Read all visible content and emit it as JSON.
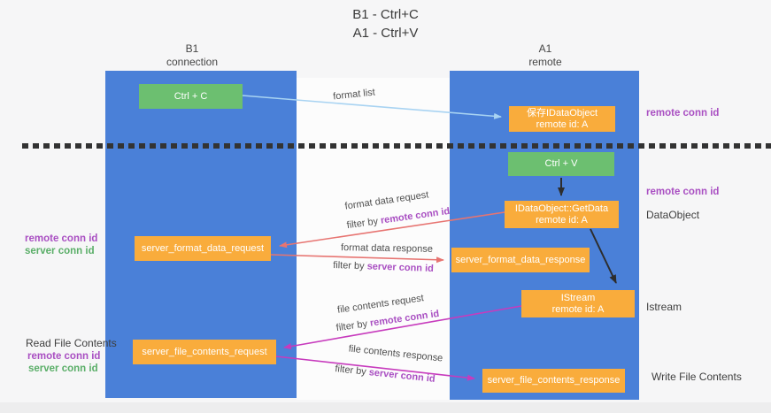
{
  "title": {
    "line1": "B1 - Ctrl+C",
    "line2": "A1 - Ctrl+V"
  },
  "columns": {
    "left": {
      "line1": "B1",
      "line2": "connection"
    },
    "right": {
      "line1": "A1",
      "line2": "remote"
    }
  },
  "nodes": {
    "ctrl_c": {
      "label": "Ctrl + C"
    },
    "ctrl_v": {
      "label": "Ctrl + V"
    },
    "save_idataobject": {
      "line1": "保存IDataObject",
      "line2": "remote id: A"
    },
    "getdata": {
      "line1": "IDataObject::GetData",
      "line2": "remote id: A"
    },
    "istream": {
      "line1": "IStream",
      "line2": "remote id: A"
    },
    "format_request": {
      "label": "server_format_data_request"
    },
    "format_response": {
      "label": "server_format_data_response"
    },
    "file_request": {
      "label": "server_file_contents_request"
    },
    "file_response": {
      "label": "server_file_contents_response"
    }
  },
  "flow_labels": {
    "format_list": "format list",
    "format_data_request": "format data request",
    "format_data_response": "format data response",
    "file_contents_request": "file contents request",
    "file_contents_response": "file contents response",
    "filter_by": "filter by ",
    "remote_conn_id": "remote conn id",
    "server_conn_id": "server conn id"
  },
  "side_labels": {
    "remote_conn_id": "remote conn id",
    "server_conn_id": "server conn id",
    "dataobject": "DataObject",
    "istream": "Istream",
    "read_file_contents": "Read File Contents",
    "write_file_contents": "Write File Contents"
  },
  "colors": {
    "canvas_bg": "#f6f6f7",
    "band_white": "#fcfcfc",
    "footer_strip": "#ededee",
    "lane_blue": "#4a80d8",
    "node_green": "#6cbf70",
    "node_orange": "#f9ac3c",
    "accent_purple": "#a94fc2",
    "accent_green": "#5aae68",
    "arrow_red": "#e77471",
    "arrow_magenta": "#c73bbd",
    "arrow_blue": "#a8d3f2",
    "arrow_black": "#2d2d2d",
    "divider_dark": "#333333",
    "text_dark": "#3a3a3a",
    "label_gray": "#4f4f4f"
  }
}
